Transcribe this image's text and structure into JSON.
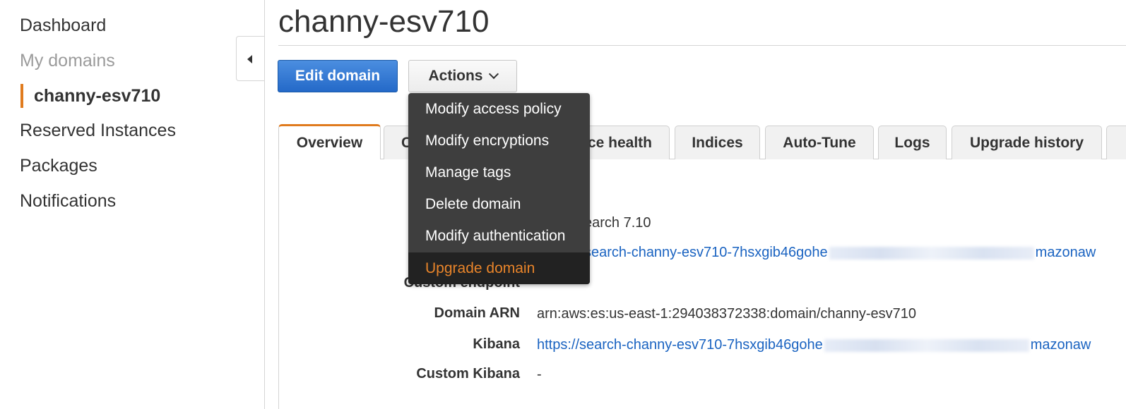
{
  "sidebar": {
    "items": [
      {
        "label": "Dashboard"
      },
      {
        "label": "My domains"
      },
      {
        "label": "channy-esv710"
      },
      {
        "label": "Reserved Instances"
      },
      {
        "label": "Packages"
      },
      {
        "label": "Notifications"
      }
    ]
  },
  "header": {
    "title": "channy-esv710",
    "edit_button": "Edit domain",
    "actions_button": "Actions"
  },
  "actions_menu": {
    "items": [
      {
        "label": "Modify access policy"
      },
      {
        "label": "Modify encryptions"
      },
      {
        "label": "Manage tags"
      },
      {
        "label": "Delete domain"
      },
      {
        "label": "Modify authentication"
      },
      {
        "label": "Upgrade domain"
      }
    ],
    "highlighted": "Upgrade domain"
  },
  "tabs": [
    {
      "label": "Overview"
    },
    {
      "label": "C"
    },
    {
      "label": "ce health"
    },
    {
      "label": "Indices"
    },
    {
      "label": "Auto-Tune"
    },
    {
      "label": "Logs"
    },
    {
      "label": "Upgrade history"
    }
  ],
  "overview": {
    "version_partial": "earch 7.10",
    "endpoint_partial": "search-channy-esv710-7hsxgib46gohe",
    "endpoint_suffix": "mazonaw",
    "custom_endpoint_label": "Custom endpoint",
    "custom_endpoint_value": "-",
    "domain_arn_label": "Domain ARN",
    "domain_arn_value": "arn:aws:es:us-east-1:294038372338:domain/channy-esv710",
    "kibana_label": "Kibana",
    "kibana_value": "https://search-channy-esv710-7hsxgib46gohe",
    "kibana_suffix": "mazonaw",
    "custom_kibana_label": "Custom Kibana",
    "custom_kibana_value": "-"
  },
  "colors": {
    "accent": "#e07b1e",
    "primary_button": "#2469c8",
    "link": "#1a63c1",
    "menu_bg": "#3e3e3e"
  }
}
